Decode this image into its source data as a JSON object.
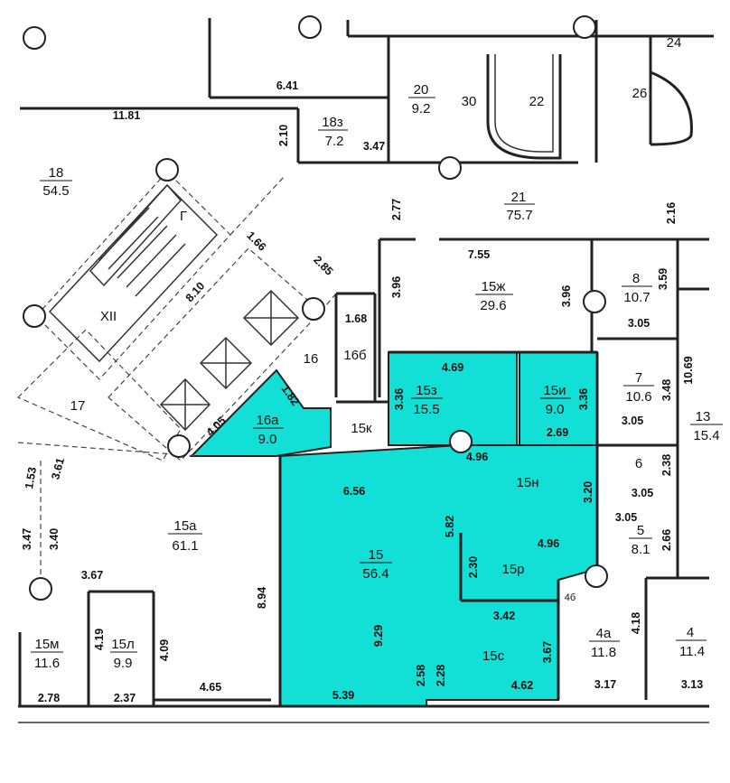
{
  "rooms": [
    {
      "id": "r18",
      "number": "18",
      "area": "54.5"
    },
    {
      "id": "r18z",
      "number": "18з",
      "area": "7.2"
    },
    {
      "id": "r20",
      "number": "20",
      "area": "9.2"
    },
    {
      "id": "r30",
      "number": "30"
    },
    {
      "id": "r22",
      "number": "22"
    },
    {
      "id": "r24",
      "number": "24"
    },
    {
      "id": "r26",
      "number": "26"
    },
    {
      "id": "r21",
      "number": "21",
      "area": "75.7"
    },
    {
      "id": "r15zh",
      "number": "15ж",
      "area": "29.6"
    },
    {
      "id": "r8",
      "number": "8",
      "area": "10.7"
    },
    {
      "id": "r7",
      "number": "7",
      "area": "10.6"
    },
    {
      "id": "r13",
      "number": "13",
      "area": "15.4"
    },
    {
      "id": "r16b",
      "number": "16б"
    },
    {
      "id": "r16",
      "number": "16"
    },
    {
      "id": "r15k",
      "number": "15к"
    },
    {
      "id": "r16a",
      "number": "16а",
      "area": "9.0"
    },
    {
      "id": "r15z",
      "number": "15з",
      "area": "15.5"
    },
    {
      "id": "r15i",
      "number": "15и",
      "area": "9.0"
    },
    {
      "id": "r15n",
      "number": "15н"
    },
    {
      "id": "r6",
      "number": "6"
    },
    {
      "id": "r5",
      "number": "5",
      "area": "8.1"
    },
    {
      "id": "r15",
      "number": "15",
      "area": "56.4"
    },
    {
      "id": "r15r",
      "number": "15р"
    },
    {
      "id": "r15s",
      "number": "15с"
    },
    {
      "id": "r15a",
      "number": "15а",
      "area": "61.1"
    },
    {
      "id": "r17",
      "number": "17"
    },
    {
      "id": "rXII",
      "number": "XII"
    },
    {
      "id": "rG",
      "number": "Г"
    },
    {
      "id": "r15m",
      "number": "15м",
      "area": "11.6"
    },
    {
      "id": "r15l",
      "number": "15л",
      "area": "9.9"
    },
    {
      "id": "r4a",
      "number": "4а",
      "area": "11.8"
    },
    {
      "id": "r4",
      "number": "4",
      "area": "11.4"
    },
    {
      "id": "r4b",
      "number": "4б"
    }
  ],
  "dimensions": [
    "6.41",
    "11.81",
    "2.10",
    "3.47",
    "2.77",
    "7.55",
    "2.16",
    "3.96",
    "3.96",
    "3.59",
    "3.05",
    "1.66",
    "2.85",
    "8.10",
    "1.68",
    "4.69",
    "3.36",
    "3.36",
    "1.82",
    "4.05",
    "2.69",
    "10.69",
    "3.48",
    "3.05",
    "4.96",
    "6.56",
    "3.20",
    "2.38",
    "3.05",
    "3.05",
    "2.66",
    "5.82",
    "4.96",
    "2.30",
    "1.53",
    "3.61",
    "3.47",
    "3.40",
    "3.67",
    "8.94",
    "9.29",
    "3.42",
    "3.67",
    "4.18",
    "4.19",
    "4.09",
    "2.58",
    "2.28",
    "2.78",
    "2.37",
    "4.65",
    "5.39",
    "4.62",
    "3.17",
    "3.13"
  ],
  "colors": {
    "highlight": "#12e0d6",
    "wall": "#222222"
  }
}
